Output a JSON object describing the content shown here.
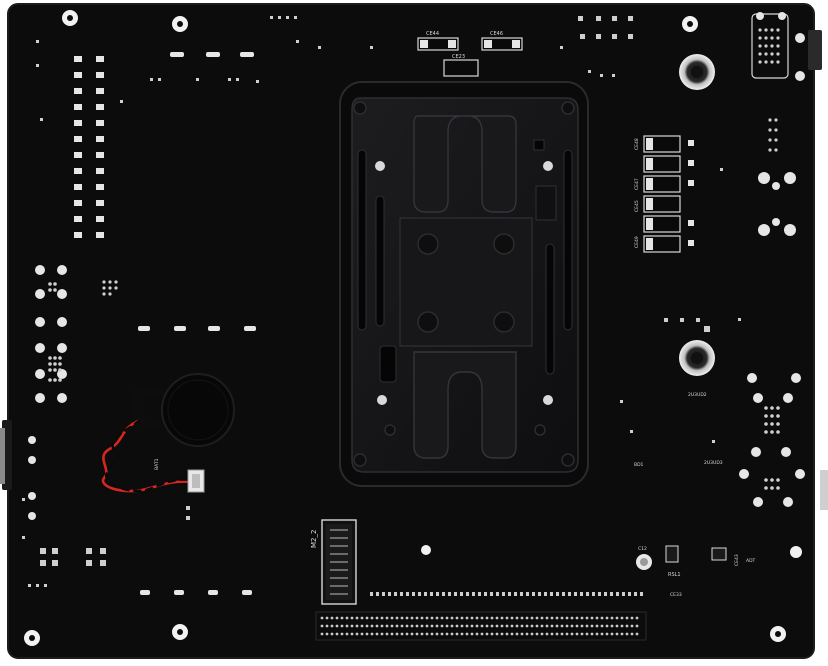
{
  "colors": {
    "pcb": "#0c0c0d",
    "pcb_edge": "#1c1c1e",
    "silk": "#d8d8d8",
    "pad": "#e6e6e6",
    "backplate": "#141416",
    "backplate_rim": "#2a2a2d",
    "wire_red": "#d7261e",
    "wire_black": "#0a0a0a",
    "battery": "#080808"
  },
  "labels": {
    "ce44": "CE44",
    "ce46": "CE46",
    "ce23": "CE23",
    "m2": "M2_2",
    "bat1": "BAT1",
    "c12": "C12",
    "rsl1": "RSL1",
    "ce33": "CE33",
    "bd1": "BD1",
    "ce48": "CE48",
    "ce47": "CE47",
    "ce45": "CE45",
    "ce49": "CE49",
    "u3ud2": "2U3UD2",
    "u3ud3": "2U3UD3",
    "adt": "ADT",
    "ce43": "CE43"
  }
}
